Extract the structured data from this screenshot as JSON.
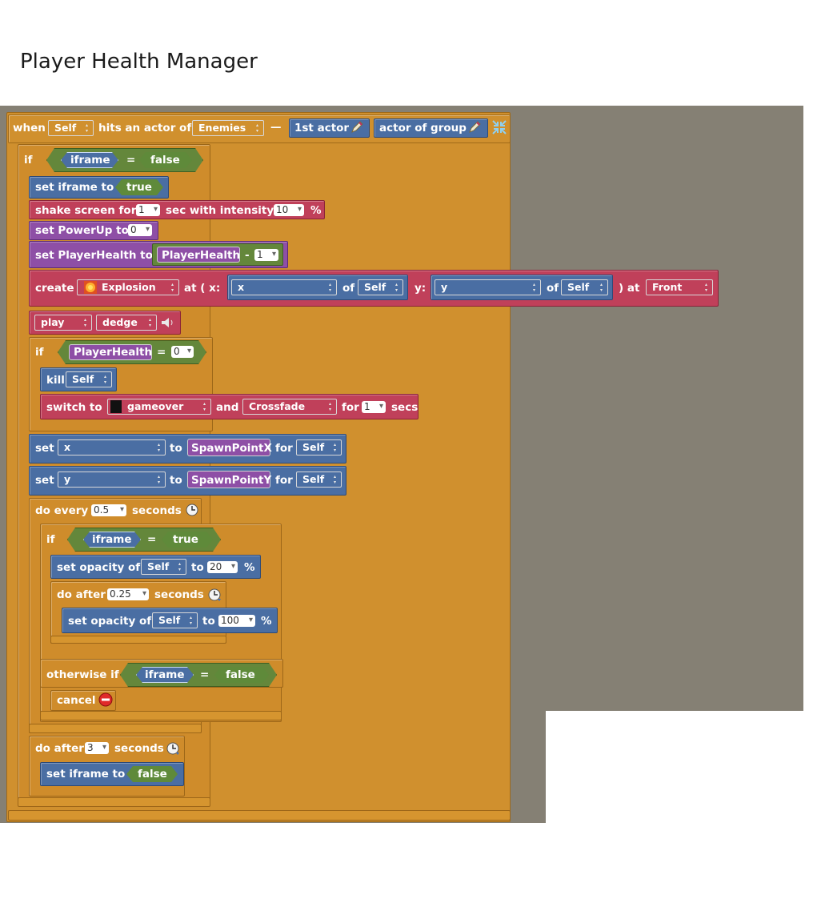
{
  "page": {
    "title": "Player Health Manager"
  },
  "event": {
    "when": "when",
    "actor": "Self",
    "hits": "hits an actor of",
    "group": "Enemies",
    "dash": "—",
    "first_actor": "1st actor",
    "actor_of_group": "actor of group"
  },
  "if1": {
    "if": "if",
    "var": "iframe",
    "op": "=",
    "val": "false"
  },
  "set_iframe": {
    "label": "set iframe to",
    "val": "true"
  },
  "shake": {
    "a": "shake screen for",
    "secs": "1",
    "b": "sec with intensity",
    "intensity": "10",
    "c": "%"
  },
  "powerup": {
    "label": "set PowerUp to",
    "val": "0"
  },
  "health": {
    "label": "set PlayerHealth to",
    "var": "PlayerHealth",
    "op": "-",
    "val": "1"
  },
  "create": {
    "create": "create",
    "object": "Explosion",
    "at": "at ( x:",
    "x": "x",
    "of1": "of",
    "self1": "Self",
    "y_label": "y:",
    "y": "y",
    "of2": "of",
    "self2": "Self",
    "at2": ") at",
    "layer": "Front"
  },
  "play": {
    "play": "play",
    "sound": "dedge"
  },
  "if2": {
    "if": "if",
    "var": "PlayerHealth",
    "op": "=",
    "val": "0"
  },
  "kill": {
    "label": "kill",
    "target": "Self"
  },
  "switch": {
    "a": "switch to",
    "scene": "gameover",
    "and": "and",
    "transition": "Crossfade",
    "for": "for",
    "secs": "1",
    "c": "secs"
  },
  "setx": {
    "set": "set",
    "var": "x",
    "to": "to",
    "val": "SpawnPointX",
    "for": "for",
    "target": "Self"
  },
  "sety": {
    "set": "set",
    "var": "y",
    "to": "to",
    "val": "SpawnPointY",
    "for": "for",
    "target": "Self"
  },
  "doevery": {
    "a": "do every",
    "secs": "0.5",
    "b": "seconds"
  },
  "if3": {
    "if": "if",
    "var": "iframe",
    "op": "=",
    "val": "true"
  },
  "opacity1": {
    "a": "set opacity of",
    "target": "Self",
    "to": "to",
    "val": "20",
    "pct": "%"
  },
  "doafter1": {
    "a": "do after",
    "secs": "0.25",
    "b": "seconds"
  },
  "opacity2": {
    "a": "set opacity of",
    "target": "Self",
    "to": "to",
    "val": "100",
    "pct": "%"
  },
  "otherwise": {
    "a": "otherwise if",
    "var": "iframe",
    "op": "=",
    "val": "false"
  },
  "cancel": {
    "label": "cancel"
  },
  "doafter2": {
    "a": "do after",
    "secs": "3",
    "b": "seconds"
  },
  "set_iframe2": {
    "label": "set iframe to",
    "val": "false"
  },
  "colors": {
    "canvas": "#858074",
    "event": "#d0902e",
    "motion": "#4a6ea3",
    "looks": "#c0405a",
    "variable": "#8e4fa6",
    "logic": "#64873b"
  }
}
